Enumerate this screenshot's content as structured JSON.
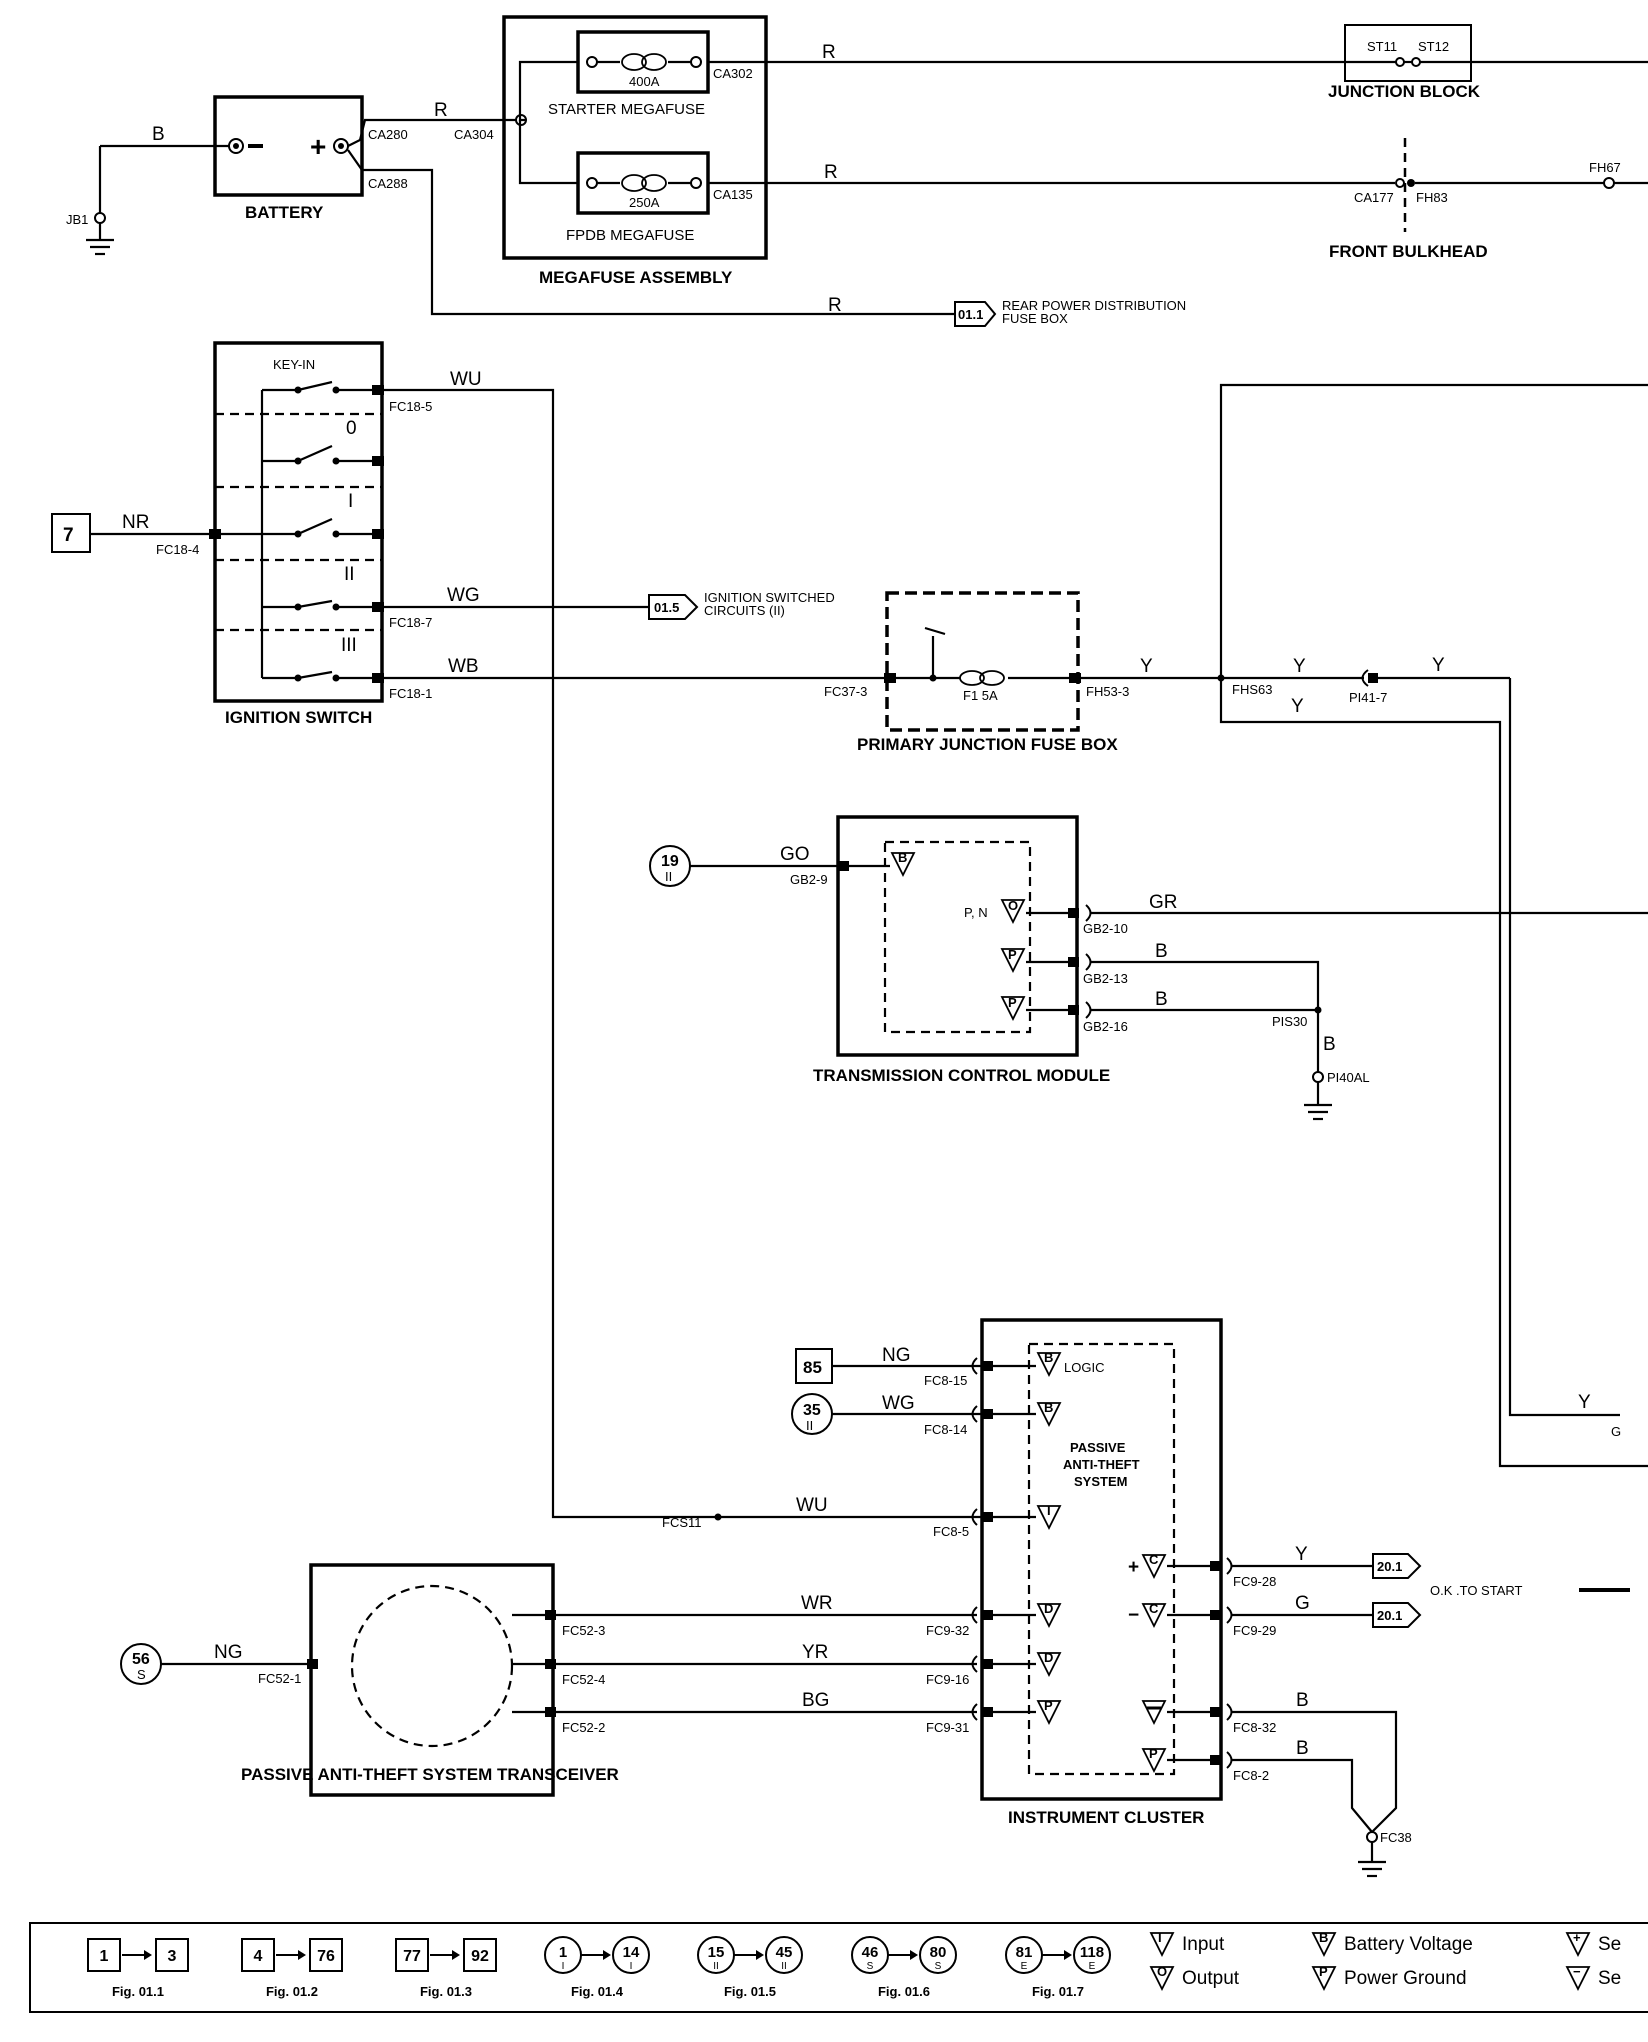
{
  "components": {
    "battery": "BATTERY",
    "megafuse_assembly": "MEGAFUSE ASSEMBLY",
    "starter_megafuse": "STARTER MEGAFUSE",
    "starter_rating": "400A",
    "fpdb_megafuse": "FPDB MEGAFUSE",
    "fpdb_rating": "250A",
    "junction_block": "JUNCTION BLOCK",
    "front_bulkhead": "FRONT BULKHEAD",
    "ignition_switch": "IGNITION SWITCH",
    "primary_junction_fuse_box": "PRIMARY JUNCTION FUSE BOX",
    "fuse_f1": "F1 5A",
    "tcm": "TRANSMISSION CONTROL MODULE",
    "instrument_cluster": "INSTRUMENT CLUSTER",
    "pats_inner": "PASSIVE ANTI-THEFT SYSTEM",
    "pats_transceiver": "PASSIVE ANTI-THEFT SYSTEM TRANSCEIVER"
  },
  "switch_positions": {
    "key_in": "KEY-IN",
    "p0": "0",
    "p1": "I",
    "p2": "II",
    "p3": "III"
  },
  "connectors": {
    "jb1": "JB1",
    "ca280": "CA280",
    "ca288": "CA288",
    "ca304": "CA304",
    "ca302": "CA302",
    "ca135": "CA135",
    "st11": "ST11",
    "st12": "ST12",
    "ca177": "CA177",
    "fh83": "FH83",
    "fh67": "FH67",
    "fc18_5": "FC18-5",
    "fc18_4": "FC18-4",
    "fc18_7": "FC18-7",
    "fc18_1": "FC18-1",
    "fc37_3": "FC37-3",
    "fh53_3": "FH53-3",
    "fhs63": "FHS63",
    "pi41_7": "PI41-7",
    "gb2_9": "GB2-9",
    "gb2_10": "GB2-10",
    "gb2_13": "GB2-13",
    "gb2_16": "GB2-16",
    "pis30": "PIS30",
    "pi40al": "PI40AL",
    "fc8_15": "FC8-15",
    "fc8_14": "FC8-14",
    "fcs11": "FCS11",
    "fc8_5": "FC8-5",
    "fc9_32": "FC9-32",
    "fc9_16": "FC9-16",
    "fc9_31": "FC9-31",
    "fc9_28": "FC9-28",
    "fc9_29": "FC9-29",
    "fc8_32": "FC8-32",
    "fc8_2": "FC8-2",
    "fc38": "FC38",
    "fc52_1": "FC52-1",
    "fc52_3": "FC52-3",
    "fc52_4": "FC52-4",
    "fc52_2": "FC52-2",
    "g_partial": "G"
  },
  "wires": {
    "b": "B",
    "r": "R",
    "nr": "NR",
    "wu": "WU",
    "wg": "WG",
    "wb": "WB",
    "y": "Y",
    "go": "GO",
    "gr": "GR",
    "ng": "NG",
    "wr": "WR",
    "yr": "YR",
    "bg": "BG",
    "g": "G"
  },
  "references": {
    "ref_7": "7",
    "ref_85": "85",
    "ref_19": "19",
    "ref_19_sub": "II",
    "ref_35": "35",
    "ref_35_sub": "II",
    "ref_56": "56",
    "ref_56_sub": "S",
    "off_011": "01.1",
    "off_011_text1": "REAR POWER DISTRIBUTION",
    "off_011_text2": "FUSE BOX",
    "off_015": "01.5",
    "off_015_text1": "IGNITION SWITCHED",
    "off_015_text2": "CIRCUITS (II)",
    "off_201a": "20.1",
    "off_201b": "20.1",
    "ok_to_start": "O.K .TO START"
  },
  "pins": {
    "b": "B",
    "o": "O",
    "p": "P",
    "i": "I",
    "d": "D",
    "c": "C",
    "pn": "P, N",
    "logic": "LOGIC",
    "plus": "+",
    "minus": "−"
  },
  "legend": {
    "groups": [
      {
        "a": "1",
        "b": "3",
        "fig": "Fig. 01.1"
      },
      {
        "a": "4",
        "b": "76",
        "fig": "Fig. 01.2"
      },
      {
        "a": "77",
        "b": "92",
        "fig": "Fig. 01.3"
      },
      {
        "a": "1",
        "b": "14",
        "sub": "I",
        "fig": "Fig. 01.4"
      },
      {
        "a": "15",
        "b": "45",
        "sub": "II",
        "fig": "Fig. 01.5"
      },
      {
        "a": "46",
        "b": "80",
        "sub": "S",
        "fig": "Fig. 01.6"
      },
      {
        "a": "81",
        "b": "118",
        "sub": "E",
        "fig": "Fig. 01.7"
      }
    ],
    "input": "Input",
    "output": "Output",
    "battery_voltage": "Battery Voltage",
    "power_ground": "Power Ground",
    "sig_pos": "Se",
    "sig_neg": "Se"
  }
}
